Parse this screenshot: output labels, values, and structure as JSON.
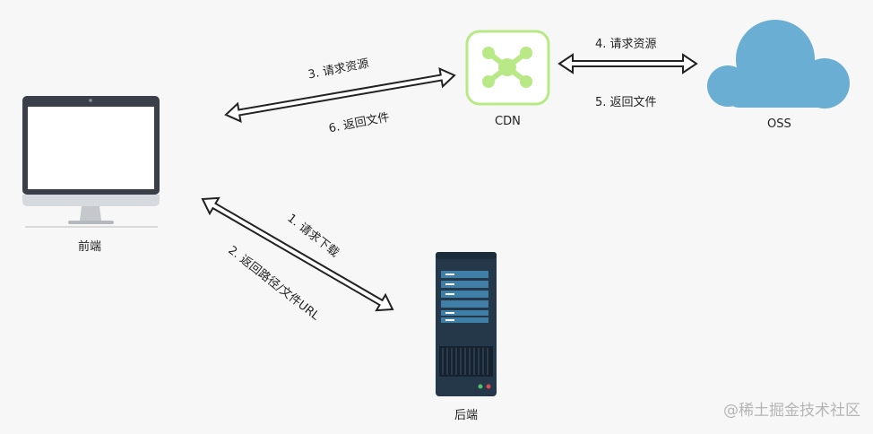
{
  "nodes": {
    "frontend": "前端",
    "cdn": "CDN",
    "oss": "OSS",
    "backend": "后端"
  },
  "edges": {
    "e1": "1. 请求下载",
    "e2": "2. 返回路径/文件URL",
    "e3": "3. 请求资源",
    "e4": "4. 请求资源",
    "e5": "5. 返回文件",
    "e6": "6. 返回文件"
  },
  "watermark": "@稀土掘金技术社区",
  "colors": {
    "background": "#f7f7f7",
    "cdn_accent": "#b8e986",
    "cloud": "#6aaed3",
    "monitor_frame": "#3b3f4a",
    "server_body": "#24384a",
    "arrow_stroke": "#222222"
  }
}
